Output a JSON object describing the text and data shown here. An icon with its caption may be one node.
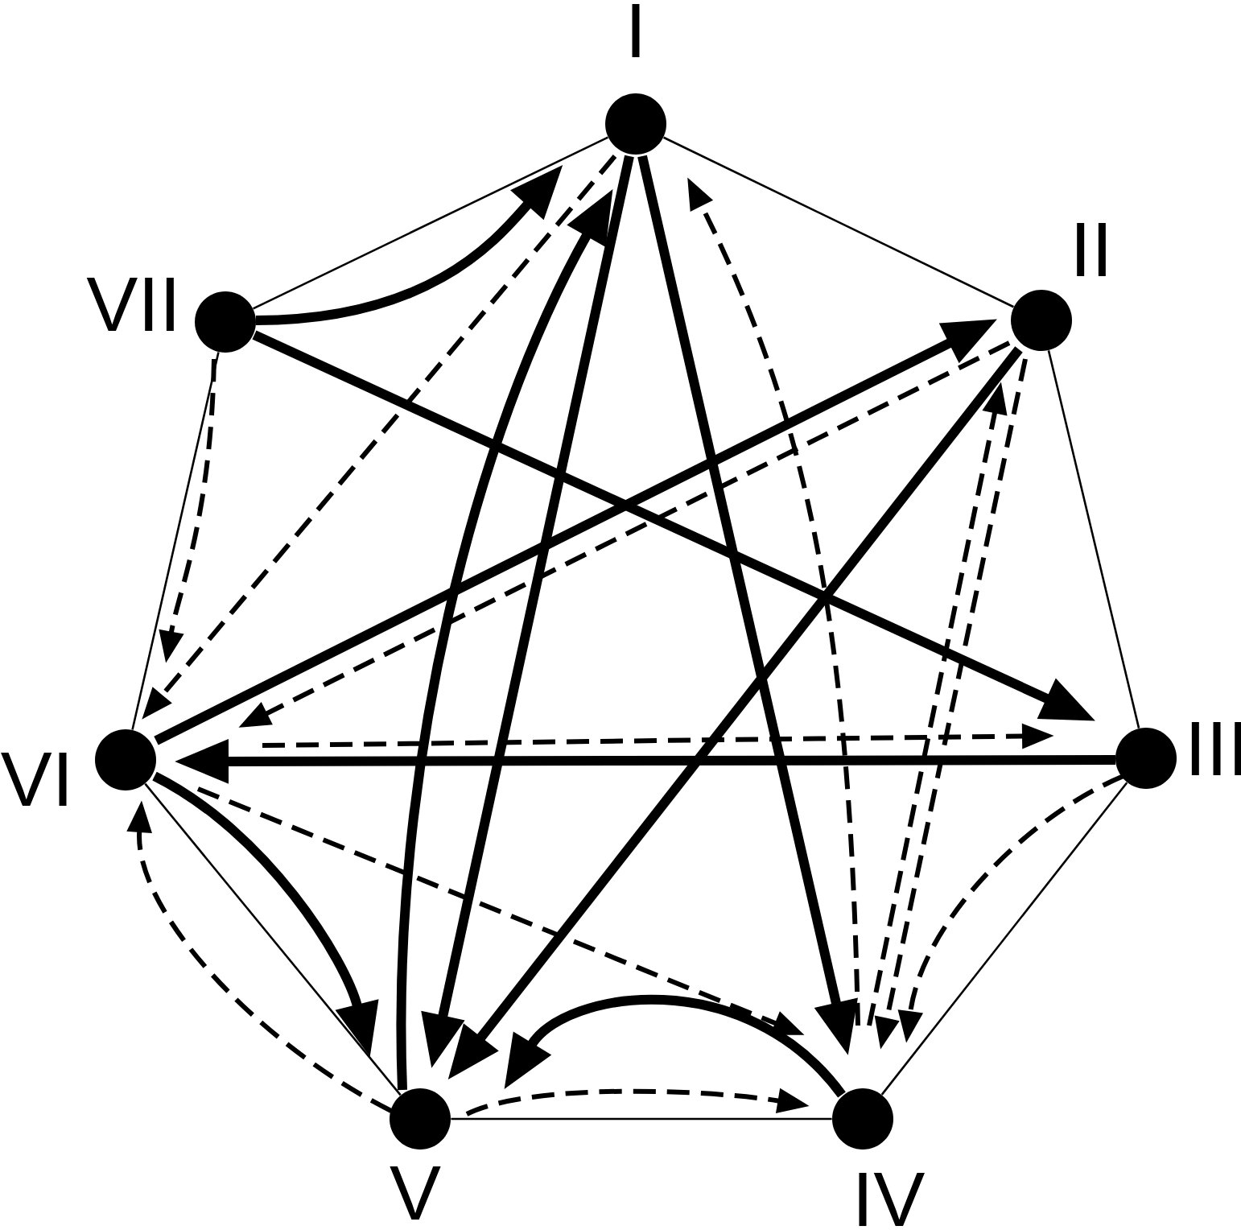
{
  "diagram": {
    "nodes": [
      {
        "text": [
          "I"
        ]
      },
      {
        "text": [
          "II"
        ]
      },
      {
        "text": [
          "III"
        ]
      },
      {
        "text": [
          "IV"
        ]
      },
      {
        "text": [
          "V"
        ]
      },
      {
        "text": [
          "VI"
        ]
      },
      {
        "text": [
          "VII"
        ]
      }
    ],
    "edges": [
      {
        "from": 0,
        "to": 1,
        "arrow": "none"
      },
      {
        "from": 1,
        "to": 2,
        "arrow": "none"
      },
      {
        "from": 2,
        "to": 3,
        "arrow": "none"
      },
      {
        "from": 3,
        "to": 4,
        "arrow": "none"
      },
      {
        "from": 4,
        "to": 5,
        "arrow": "none"
      },
      {
        "from": 5,
        "to": 6,
        "arrow": "none"
      },
      {
        "from": 6,
        "to": 0,
        "arrow": "none"
      },
      {
        "from": 6,
        "to": 0,
        "arrow": "to",
        "style": "thick"
      },
      {
        "from": 4,
        "to": 0,
        "arrow": "to",
        "style": "thick"
      },
      {
        "from": 0,
        "to": 4,
        "arrow": "to",
        "style": "thick"
      },
      {
        "from": 0,
        "to": 3,
        "arrow": "to",
        "style": "thick"
      },
      {
        "from": 6,
        "to": 2,
        "arrow": "to",
        "style": "thick"
      },
      {
        "from": 5,
        "to": 1,
        "arrow": "to",
        "style": "thick"
      },
      {
        "from": 1,
        "to": 4,
        "arrow": "to",
        "style": "thick"
      },
      {
        "from": 2,
        "to": 5,
        "arrow": "to",
        "style": "thick"
      },
      {
        "from": 5,
        "to": 4,
        "arrow": "to",
        "style": "thick"
      },
      {
        "from": 3,
        "to": 4,
        "arrow": "to",
        "style": "thick"
      },
      {
        "from": 0,
        "to": 5,
        "arrow": "to",
        "style": "dashed"
      },
      {
        "from": 6,
        "to": 5,
        "arrow": "to",
        "style": "dashed"
      },
      {
        "from": 1,
        "to": 5,
        "arrow": "to",
        "style": "dashed"
      },
      {
        "from": 4,
        "to": 5,
        "arrow": "to",
        "style": "dashed"
      },
      {
        "from": 5,
        "to": 2,
        "arrow": "to",
        "style": "dashed"
      },
      {
        "from": 5,
        "to": 3,
        "arrow": "to",
        "style": "dashed"
      },
      {
        "from": 4,
        "to": 3,
        "arrow": "to",
        "style": "dashed"
      },
      {
        "from": 2,
        "to": 3,
        "arrow": "to",
        "style": "dashed"
      },
      {
        "from": 1,
        "to": 3,
        "arrow": "to",
        "style": "dashed"
      },
      {
        "from": 3,
        "to": 1,
        "arrow": "to",
        "style": "dashed"
      },
      {
        "from": 3,
        "to": 0,
        "arrow": "to",
        "style": "dashed"
      }
    ]
  }
}
